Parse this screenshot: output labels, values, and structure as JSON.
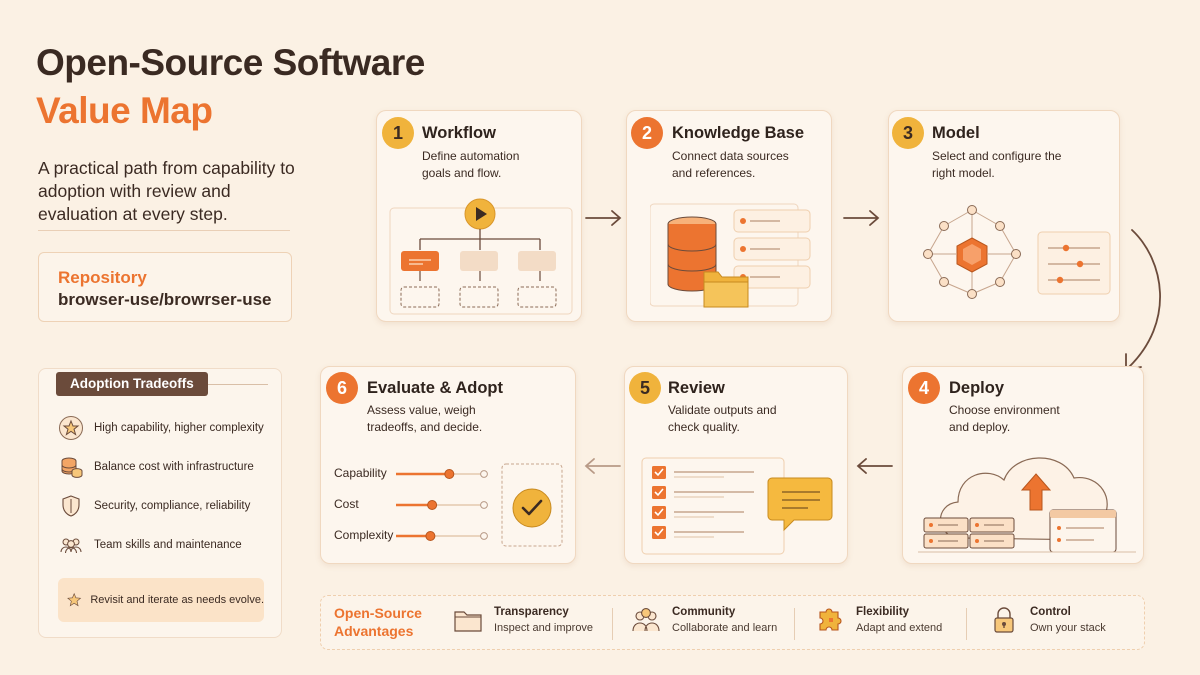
{
  "title_line1": "Open-Source Software",
  "title_line2": "Value Map",
  "intro": "A practical path from capability to adoption with review and evaluation at every step.",
  "repository": {
    "label": "Repository",
    "value": "browser-use/browrser-use"
  },
  "tradeoffs": {
    "title": "Adoption Tradeoffs",
    "items": [
      {
        "icon": "star-icon",
        "text": "High capability, higher complexity"
      },
      {
        "icon": "coins-icon",
        "text": "Balance cost with infrastructure"
      },
      {
        "icon": "shield-icon",
        "text": "Security, compliance, reliability"
      },
      {
        "icon": "team-icon",
        "text": "Team skills and maintenance"
      }
    ],
    "note": "Revisit and iterate as needs evolve."
  },
  "steps": [
    {
      "num": "1",
      "title": "Workflow",
      "desc": "Define automation goals and flow."
    },
    {
      "num": "2",
      "title": "Knowledge Base",
      "desc": "Connect data sources and references."
    },
    {
      "num": "3",
      "title": "Model",
      "desc": "Select and configure the right model."
    },
    {
      "num": "4",
      "title": "Deploy",
      "desc": "Choose environment and deploy."
    },
    {
      "num": "5",
      "title": "Review",
      "desc": "Validate outputs and check quality."
    },
    {
      "num": "6",
      "title": "Evaluate & Adopt",
      "desc": "Assess value, weigh tradeoffs, and decide."
    }
  ],
  "evaluate_sliders": [
    {
      "label": "Capability",
      "level": 0.62
    },
    {
      "label": "Cost",
      "level": 0.42
    },
    {
      "label": "Complexity",
      "level": 0.4
    }
  ],
  "advantages": {
    "title": "Open-Source Advantages",
    "items": [
      {
        "icon": "folder-icon",
        "title": "Transparency",
        "desc": "Inspect and improve"
      },
      {
        "icon": "community-icon",
        "title": "Community",
        "desc": "Collaborate and learn"
      },
      {
        "icon": "puzzle-icon",
        "title": "Flexibility",
        "desc": "Adapt and extend"
      },
      {
        "icon": "lock-icon",
        "title": "Control",
        "desc": "Own your stack"
      }
    ]
  },
  "colors": {
    "accent": "#ec7430",
    "yellow": "#f0b33c",
    "dark": "#3a2a22",
    "background": "#fbf1e4"
  }
}
